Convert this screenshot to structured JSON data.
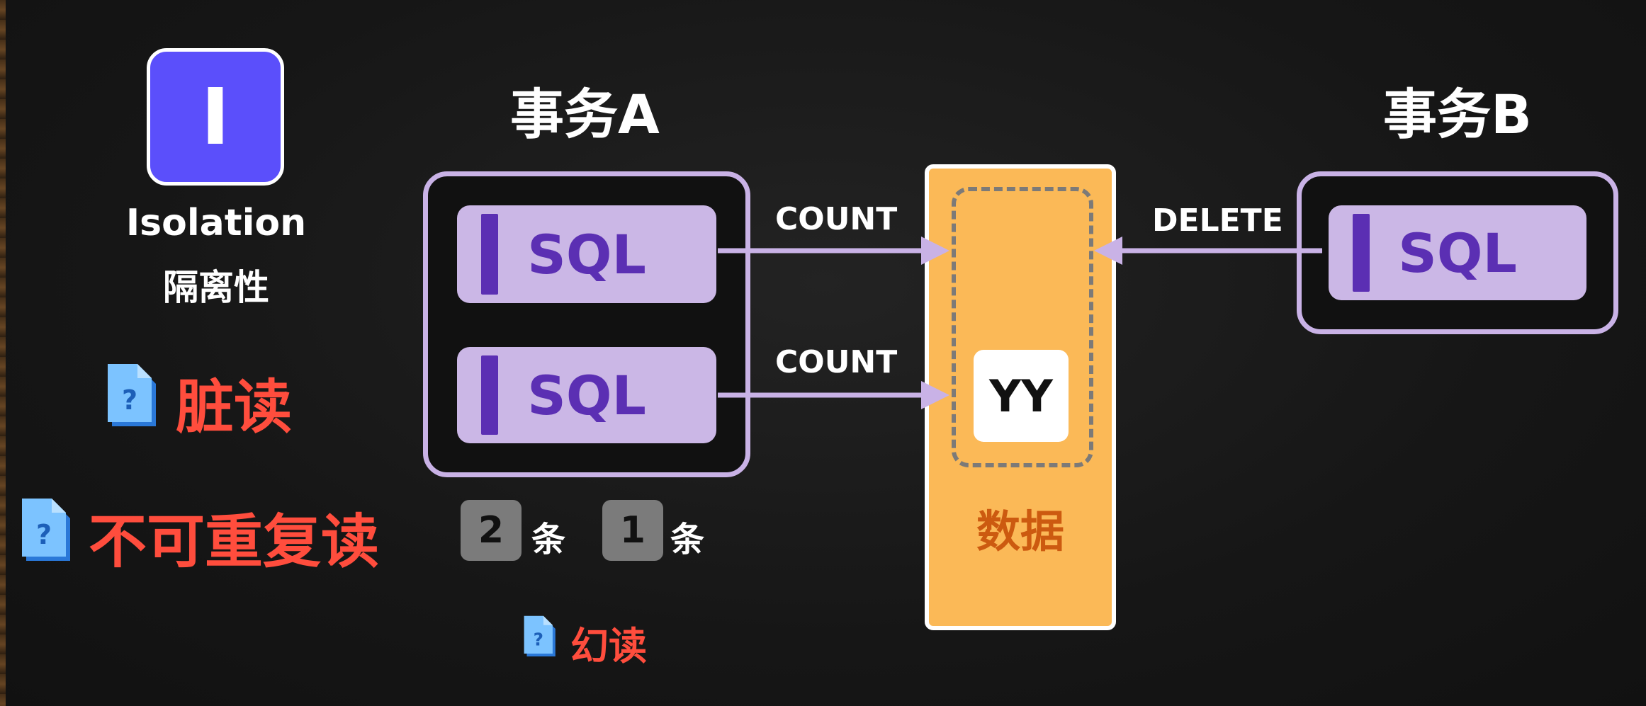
{
  "acid_letter": "I",
  "isolation": {
    "title": "Isolation",
    "subtitle": "隔离性"
  },
  "problems": [
    {
      "label": "脏读",
      "icon": "question-document-icon"
    },
    {
      "label": "不可重复读",
      "icon": "question-document-icon"
    },
    {
      "label": "幻读",
      "icon": "question-document-icon"
    }
  ],
  "transaction_a": {
    "title": "事务A",
    "statements": [
      "SQL",
      "SQL"
    ],
    "operations": [
      "COUNT",
      "COUNT"
    ],
    "results": [
      {
        "value": "2",
        "unit": "条"
      },
      {
        "value": "1",
        "unit": "条"
      }
    ]
  },
  "transaction_b": {
    "title": "事务B",
    "statements": [
      "SQL"
    ],
    "operations": [
      "DELETE"
    ]
  },
  "data_store": {
    "label": "数据",
    "record": "YY"
  },
  "colors": {
    "accent_purple": "#5b4ffb",
    "sql_fill": "#cbb7e6",
    "sql_text": "#5b2fb3",
    "data_fill": "#fbb957",
    "problem_red": "#ff4d3d",
    "arrow": "#c9b2e6"
  }
}
